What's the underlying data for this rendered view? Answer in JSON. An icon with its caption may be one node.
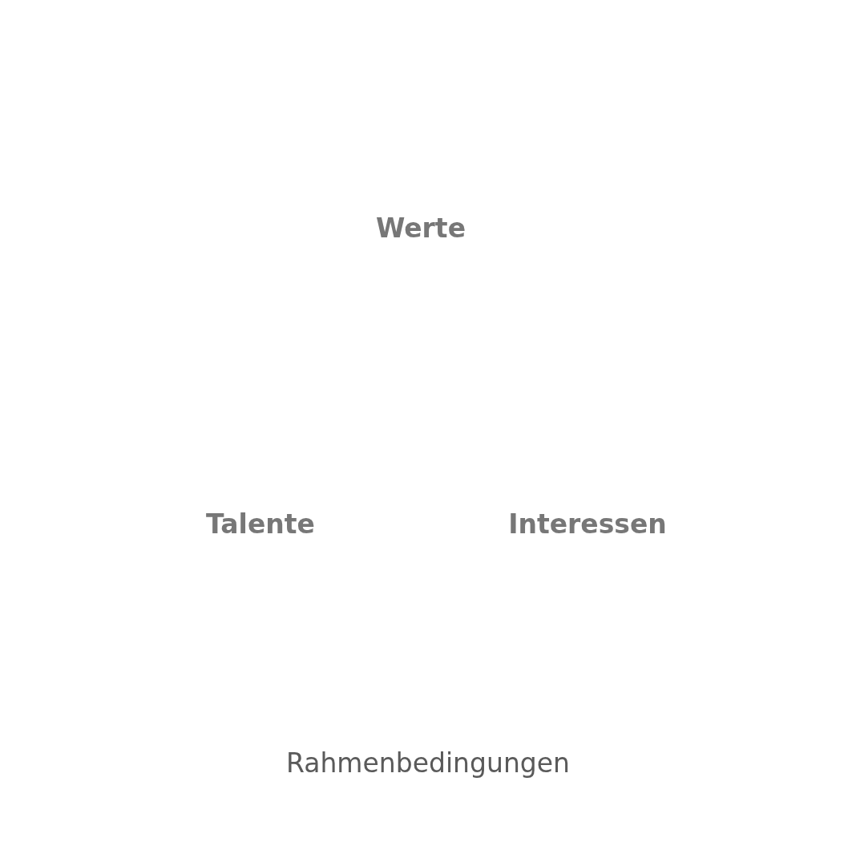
{
  "diagram": {
    "labels": [
      "Werte",
      "Talente",
      "Interessen",
      "Rahmenbedingungen"
    ]
  }
}
